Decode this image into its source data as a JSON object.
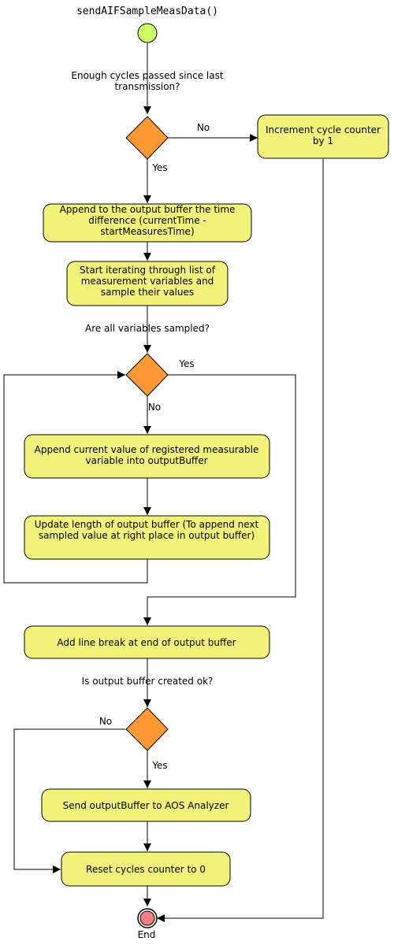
{
  "title": "sendAIFSampleMeasData()",
  "colors": {
    "action_fill": "#f0f27a",
    "decision_fill": "#ff9933",
    "start_fill": "#ccff66",
    "end_fill": "#f28080",
    "line": "#000000"
  },
  "nodes": {
    "start": {
      "shape": "start-circle"
    },
    "check_cycles": {
      "shape": "decision",
      "question": "Enough cycles passed since last transmission?",
      "yes": "Yes",
      "no": "No"
    },
    "increment_cycle": {
      "shape": "action",
      "text": "Increment cycle counter by 1"
    },
    "append_time": {
      "shape": "action",
      "text": "Append to the output buffer the time difference (currentTime - startMeasuresTime)"
    },
    "start_iterating": {
      "shape": "action",
      "text": "Start iterating through list of measurement variables and sample their values"
    },
    "check_sampled": {
      "shape": "decision",
      "question": "Are all variables sampled?",
      "yes": "Yes",
      "no": "No"
    },
    "append_value": {
      "shape": "action",
      "text": "Append current value of registered measurable variable into outputBuffer"
    },
    "update_length": {
      "shape": "action",
      "text": "Update length of output buffer (To append next sampled value at right place in output buffer)"
    },
    "add_line_break": {
      "shape": "action",
      "text": "Add line break at end of output buffer"
    },
    "check_buffer": {
      "shape": "decision",
      "question": "Is output buffer created ok?",
      "yes": "Yes",
      "no": "No"
    },
    "send_buffer": {
      "shape": "action",
      "text": "Send outputBuffer to AOS Analyzer"
    },
    "reset_counter": {
      "shape": "action",
      "text": "Reset cycles counter to 0"
    },
    "end": {
      "shape": "end-circle",
      "label": "End"
    }
  },
  "edges": [
    {
      "from": "start",
      "to": "check_cycles"
    },
    {
      "from": "check_cycles",
      "to": "increment_cycle",
      "label": "No"
    },
    {
      "from": "check_cycles",
      "to": "append_time",
      "label": "Yes"
    },
    {
      "from": "increment_cycle",
      "to": "end"
    },
    {
      "from": "append_time",
      "to": "start_iterating"
    },
    {
      "from": "start_iterating",
      "to": "check_sampled"
    },
    {
      "from": "check_sampled",
      "to": "append_value",
      "label": "No"
    },
    {
      "from": "check_sampled",
      "to": "add_line_break",
      "label": "Yes"
    },
    {
      "from": "append_value",
      "to": "update_length"
    },
    {
      "from": "update_length",
      "to": "check_sampled"
    },
    {
      "from": "add_line_break",
      "to": "check_buffer"
    },
    {
      "from": "check_buffer",
      "to": "send_buffer",
      "label": "Yes"
    },
    {
      "from": "check_buffer",
      "to": "reset_counter",
      "label": "No"
    },
    {
      "from": "send_buffer",
      "to": "reset_counter"
    },
    {
      "from": "reset_counter",
      "to": "end"
    }
  ]
}
